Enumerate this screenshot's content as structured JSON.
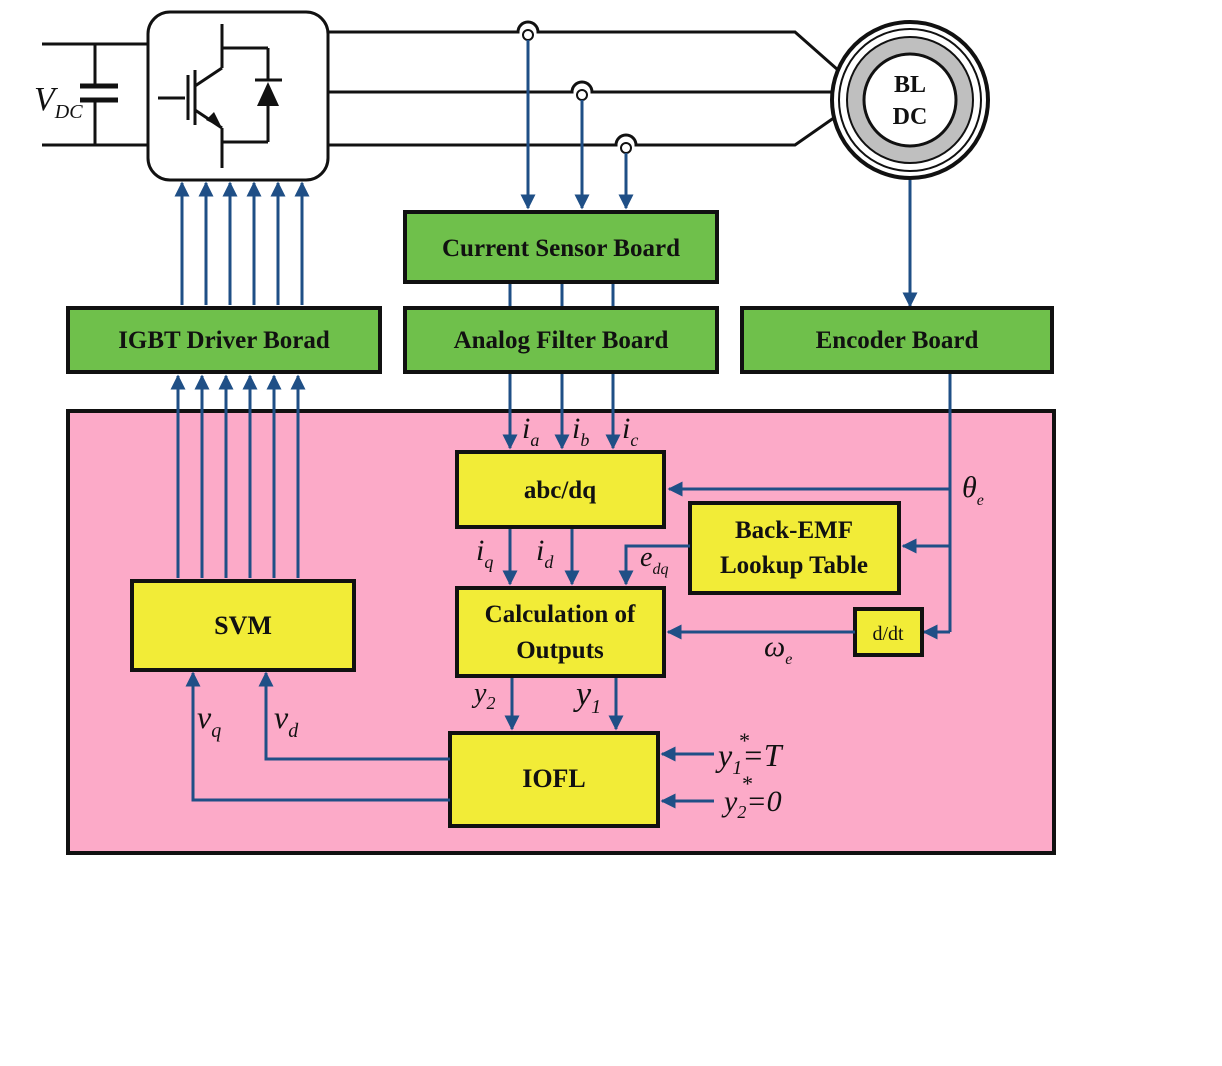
{
  "colors": {
    "green_block": "#6fc04b",
    "yellow_block": "#f2ec37",
    "pink_region": "#fcaac8",
    "signal": "#1f4f86",
    "wire": "#111111"
  },
  "blocks": {
    "current_sensor": "Current Sensor Board",
    "igbt_driver": "IGBT Driver Borad",
    "analog_filter": "Analog Filter Board",
    "encoder": "Encoder Board",
    "abc_dq": "abc/dq",
    "back_emf_line1": "Back-EMF",
    "back_emf_line2": "Lookup Table",
    "calc_line1": "Calculation of",
    "calc_line2": "Outputs",
    "ddt": "d/dt",
    "svm": "SVM",
    "iofl": "IOFL",
    "motor_line1": "BL",
    "motor_line2": "DC"
  },
  "signals": {
    "vdc": "V",
    "vdc_sub": "DC",
    "i": "i",
    "ia_sub": "a",
    "ib_sub": "b",
    "ic_sub": "c",
    "iq_sub": "q",
    "id_sub": "d",
    "e": "e",
    "edq_sub": "dq",
    "theta": "θ",
    "theta_sub": "e",
    "omega": "ω",
    "omega_sub": "e",
    "y": "y",
    "y1_sub": "1",
    "y2_sub": "2",
    "v": "v",
    "vq_sub": "q",
    "vd_sub": "d",
    "star": "*",
    "ref1_rhs": "=T",
    "ref2_rhs": "=0"
  }
}
